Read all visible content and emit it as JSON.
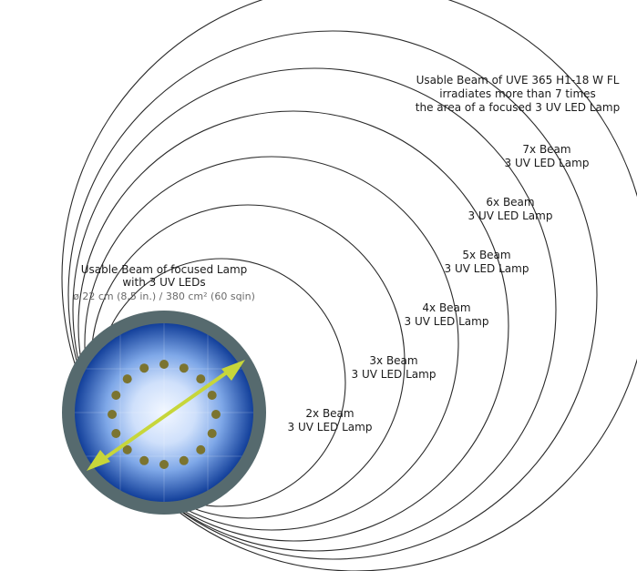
{
  "colors": {
    "ring_stroke": "#2a2a2a",
    "lamp_rim": "#566a6e",
    "lamp_center": "#f2f7ff",
    "lamp_mid": "#7fa8e8",
    "lamp_edge": "#123f9a",
    "led_dot": "#7b7430",
    "arrow": "#c7d63a"
  },
  "header_note": {
    "line1": "Usable Beam of UVE 365 H1-18 W FL",
    "line2": "irradiates more than 7 times",
    "line3": "the area of a focused 3 UV LED Lamp"
  },
  "focused_lamp": {
    "title_line1": "Usable Beam of focused Lamp",
    "title_line2": "with 3 UV LEDs",
    "spec": "ø 22 cm (8,5 in.) / 380 cm² (60 sqin)"
  },
  "beam_labels": [
    {
      "line1": "7x Beam",
      "line2": "3 UV LED Lamp"
    },
    {
      "line1": "6x Beam",
      "line2": "3 UV LED Lamp"
    },
    {
      "line1": "5x Beam",
      "line2": "3 UV LED Lamp"
    },
    {
      "line1": "4x Beam",
      "line2": "3 UV LED Lamp"
    },
    {
      "line1": "3x Beam",
      "line2": "3 UV LED Lamp"
    },
    {
      "line1": "2x Beam",
      "line2": "3 UV LED Lamp"
    }
  ]
}
